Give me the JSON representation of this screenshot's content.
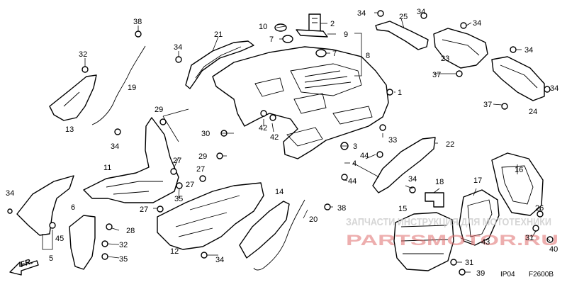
{
  "diagram": {
    "callouts": [
      {
        "id": "c-38a",
        "text": "38"
      },
      {
        "id": "c-32a",
        "text": "32"
      },
      {
        "id": "c-19",
        "text": "19"
      },
      {
        "id": "c-13",
        "text": "13"
      },
      {
        "id": "c-34a",
        "text": "34"
      },
      {
        "id": "c-21",
        "text": "21"
      },
      {
        "id": "c-10",
        "text": "10"
      },
      {
        "id": "c-2",
        "text": "2"
      },
      {
        "id": "c-7a",
        "text": "7"
      },
      {
        "id": "c-9",
        "text": "9"
      },
      {
        "id": "c-7b",
        "text": "7"
      },
      {
        "id": "c-8",
        "text": "8"
      },
      {
        "id": "c-34b",
        "text": "34"
      },
      {
        "id": "c-25",
        "text": "25"
      },
      {
        "id": "c-34c",
        "text": "34"
      },
      {
        "id": "c-34d",
        "text": "34"
      },
      {
        "id": "c-23",
        "text": "23"
      },
      {
        "id": "c-34e",
        "text": "34"
      },
      {
        "id": "c-37a",
        "text": "37"
      },
      {
        "id": "c-34f",
        "text": "34"
      },
      {
        "id": "c-37b",
        "text": "37"
      },
      {
        "id": "c-24",
        "text": "24"
      },
      {
        "id": "c-1",
        "text": "1"
      },
      {
        "id": "c-29a",
        "text": "29"
      },
      {
        "id": "c-34g",
        "text": "34"
      },
      {
        "id": "c-30",
        "text": "30"
      },
      {
        "id": "c-42a",
        "text": "42"
      },
      {
        "id": "c-42b",
        "text": "42"
      },
      {
        "id": "c-33",
        "text": "33"
      },
      {
        "id": "c-3",
        "text": "3"
      },
      {
        "id": "c-44a",
        "text": "44"
      },
      {
        "id": "c-4",
        "text": "4"
      },
      {
        "id": "c-44b",
        "text": "44"
      },
      {
        "id": "c-22",
        "text": "22"
      },
      {
        "id": "c-29b",
        "text": "29"
      },
      {
        "id": "c-11",
        "text": "11"
      },
      {
        "id": "c-27a",
        "text": "27"
      },
      {
        "id": "c-27b",
        "text": "27"
      },
      {
        "id": "c-27c",
        "text": "27"
      },
      {
        "id": "c-35a",
        "text": "35"
      },
      {
        "id": "c-34h",
        "text": "34"
      },
      {
        "id": "c-6",
        "text": "6"
      },
      {
        "id": "c-45",
        "text": "45"
      },
      {
        "id": "c-5",
        "text": "5"
      },
      {
        "id": "c-28",
        "text": "28"
      },
      {
        "id": "c-32b",
        "text": "32"
      },
      {
        "id": "c-35b",
        "text": "35"
      },
      {
        "id": "c-27d",
        "text": "27"
      },
      {
        "id": "c-12",
        "text": "12"
      },
      {
        "id": "c-34i",
        "text": "34"
      },
      {
        "id": "c-14",
        "text": "14"
      },
      {
        "id": "c-38b",
        "text": "38"
      },
      {
        "id": "c-20",
        "text": "20"
      },
      {
        "id": "c-15",
        "text": "15"
      },
      {
        "id": "c-18",
        "text": "18"
      },
      {
        "id": "c-34j",
        "text": "34"
      },
      {
        "id": "c-17",
        "text": "17"
      },
      {
        "id": "c-16",
        "text": "16"
      },
      {
        "id": "c-26",
        "text": "26"
      },
      {
        "id": "c-31a",
        "text": "31"
      },
      {
        "id": "c-40",
        "text": "40"
      },
      {
        "id": "c-43",
        "text": "43"
      },
      {
        "id": "c-31b",
        "text": "31"
      },
      {
        "id": "c-39",
        "text": "39"
      }
    ],
    "front_arrow": "FR.",
    "drawing_code": "IP04",
    "figure_code": "F2600B"
  },
  "watermark": {
    "line1": "ЗАПЧАСТИ ИНСТРУКЦИЯ ДЛЯ МОТОТЕХНИКИ",
    "line2": "PARTSMOTOR.RU"
  },
  "colors": {
    "ink": "#000000",
    "background": "#ffffff",
    "watermark_red": "#e06c6c",
    "watermark_grey": "#c8c8c8"
  }
}
